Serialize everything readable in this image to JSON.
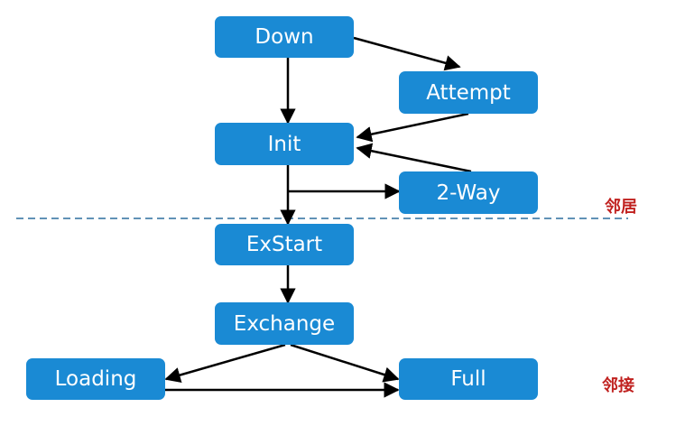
{
  "states": {
    "down": "Down",
    "attempt": "Attempt",
    "init": "Init",
    "two_way": "2-Way",
    "exstart": "ExStart",
    "exchange": "Exchange",
    "loading": "Loading",
    "full": "Full"
  },
  "labels": {
    "neighbor": "邻居",
    "adjacency": "邻接"
  },
  "colors": {
    "node_fill": "#1a8ad4",
    "node_text": "#ffffff",
    "arrow": "#000000",
    "divider": "#2d6f9e",
    "label_text": "#c0211f"
  }
}
